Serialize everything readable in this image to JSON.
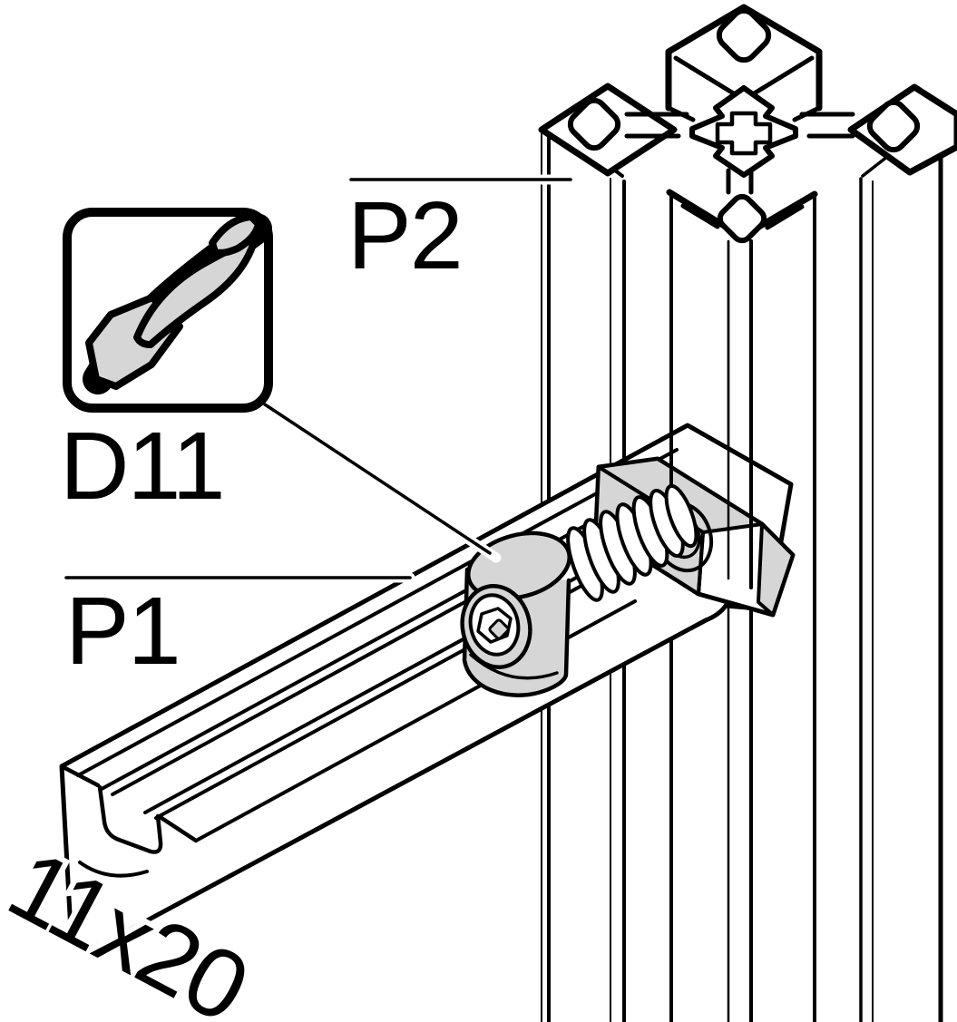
{
  "diagram": {
    "type": "technical-assembly-drawing",
    "colors": {
      "line": "#000000",
      "part_fill": "#d6d6d6",
      "background": "#ffffff"
    },
    "labels": {
      "p2": "P2",
      "p1": "P1",
      "d11": "D11",
      "dimension": "11x20"
    },
    "icons": [
      {
        "name": "drill-bit-icon",
        "location": "d11-callout-box"
      }
    ]
  }
}
